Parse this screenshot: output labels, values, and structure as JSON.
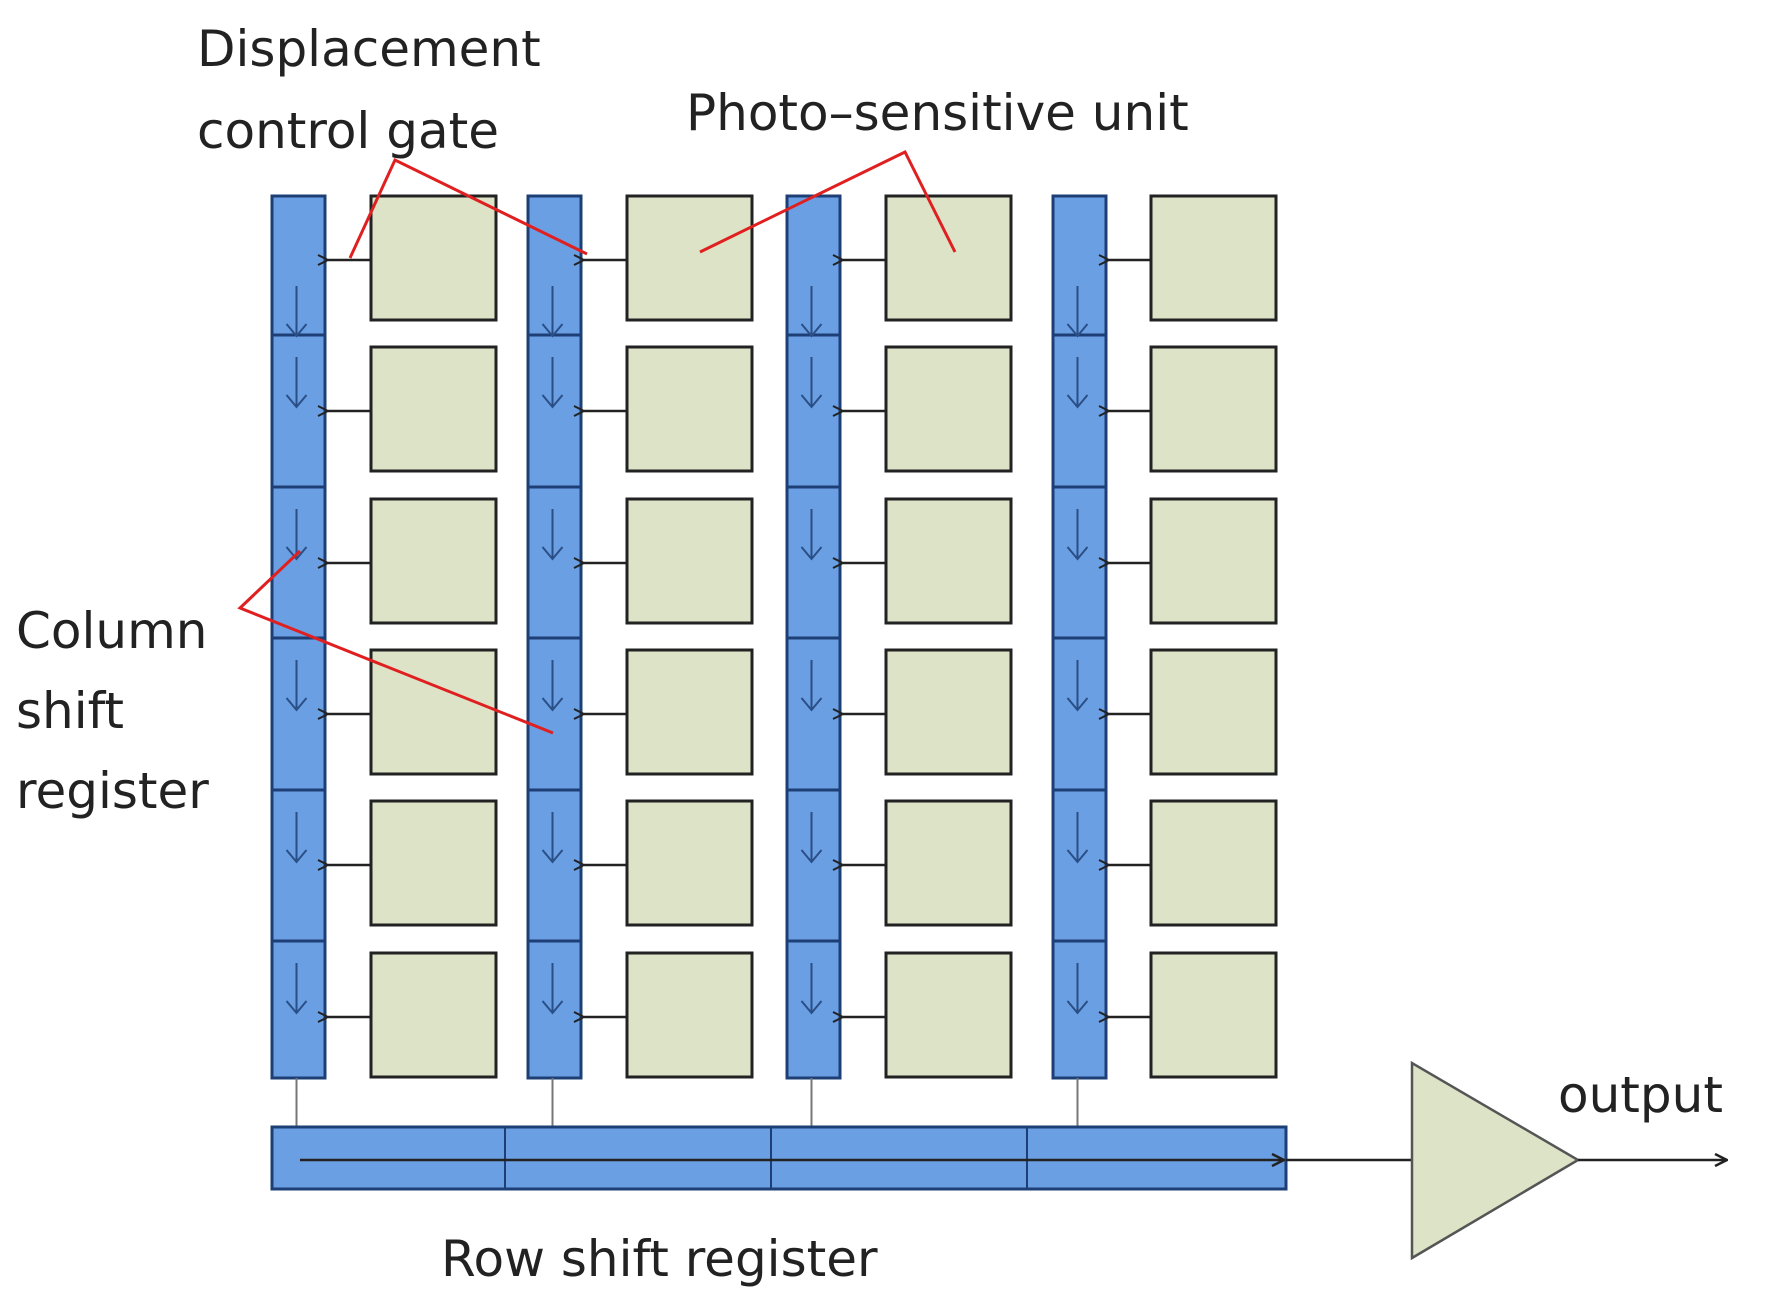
{
  "labels": {
    "displacement_control_gate": [
      "Displacement",
      "control gate"
    ],
    "photo_sensitive_unit": "Photo–sensitive unit",
    "column_shift_register": [
      "Column",
      "shift",
      "register"
    ],
    "row_shift_register": "Row shift register",
    "output": "output"
  },
  "grid": {
    "columns": 4,
    "rows": 6
  },
  "colors": {
    "register_fill": "#6a9fe3",
    "register_stroke": "#1d3f75",
    "cell_fill": "#dce3c6",
    "cell_stroke": "#222222",
    "callout_line": "#e02020",
    "amplifier_fill": "#dce3c6"
  }
}
